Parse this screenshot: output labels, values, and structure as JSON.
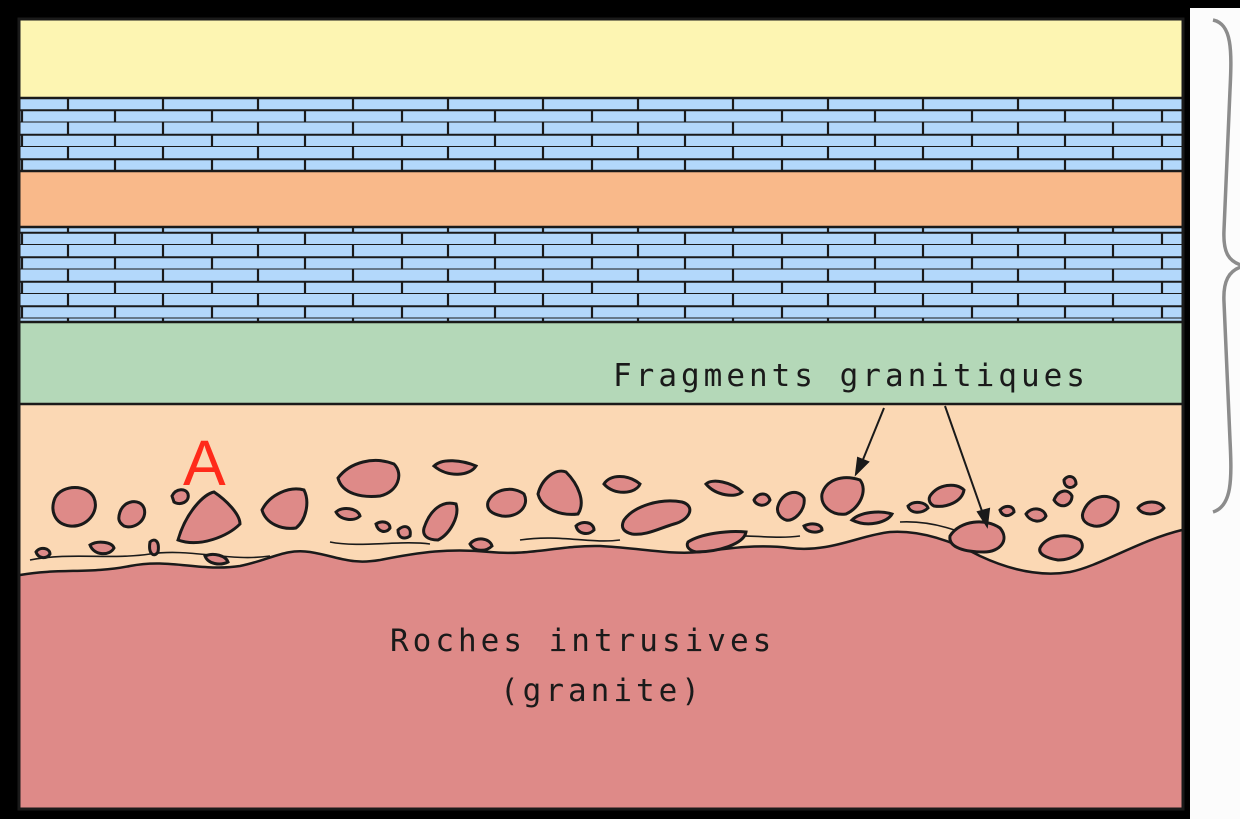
{
  "diagram": {
    "labels": {
      "fragments": "Fragments granitiques",
      "intrusive_line1": "Roches intrusives",
      "intrusive_line2": "(granite)",
      "marker": "A"
    },
    "layers": [
      {
        "id": "top-sandstone-layer",
        "color": "#fdf5b2"
      },
      {
        "id": "limestone-layer-upper",
        "color": "#b3d8fb"
      },
      {
        "id": "orange-layer",
        "color": "#f9b98a"
      },
      {
        "id": "limestone-layer-lower",
        "color": "#b3d8fb"
      },
      {
        "id": "green-layer",
        "color": "#b4d8b8"
      },
      {
        "id": "conglomerate-layer",
        "color": "#fbd8b4"
      },
      {
        "id": "granite-intrusion",
        "color": "#de8a88"
      }
    ],
    "colors": {
      "marker": "#ff2a1a",
      "outline": "#1a1a1a",
      "brace": "#8c8c8c",
      "side_panel": "#fcfcfc",
      "fragment_fill": "#de8a88"
    }
  }
}
